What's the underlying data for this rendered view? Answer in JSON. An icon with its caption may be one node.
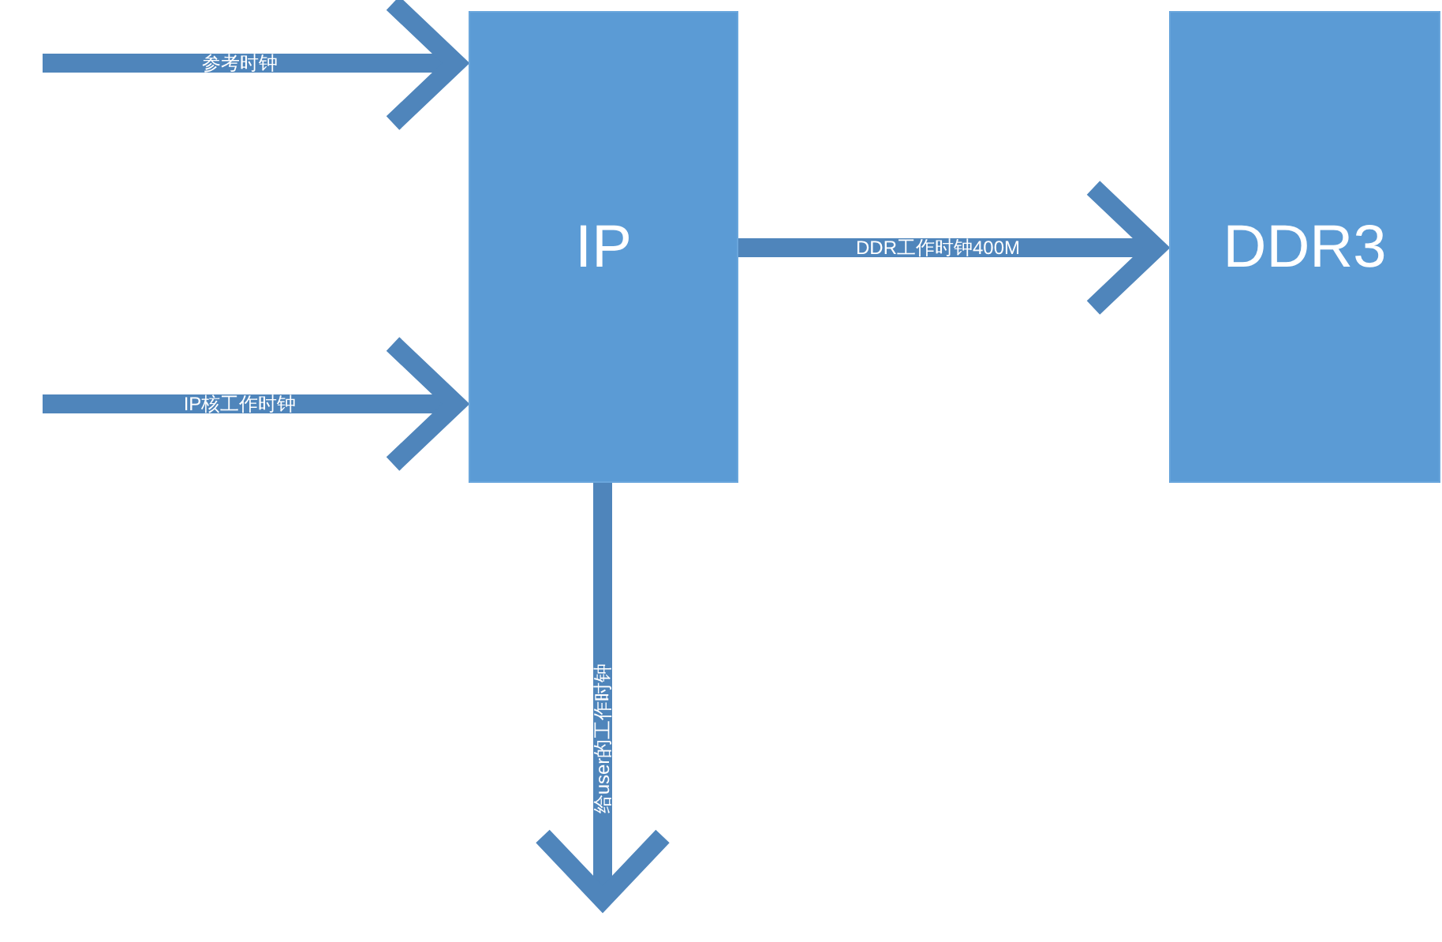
{
  "diagram": {
    "nodes": [
      {
        "text": [
          "IP"
        ]
      },
      {
        "text": [
          "DDR3"
        ]
      }
    ],
    "edges": [
      {
        "from": null,
        "to": 0,
        "arrow": "to",
        "label": "参考时钟"
      },
      {
        "from": null,
        "to": 0,
        "arrow": "to",
        "label": "IP核工作时钟"
      },
      {
        "from": 0,
        "to": 1,
        "arrow": "to",
        "label": "DDR工作时钟400M"
      },
      {
        "from": 0,
        "to": null,
        "arrow": "to",
        "label": "给user的工作时钟"
      }
    ]
  }
}
